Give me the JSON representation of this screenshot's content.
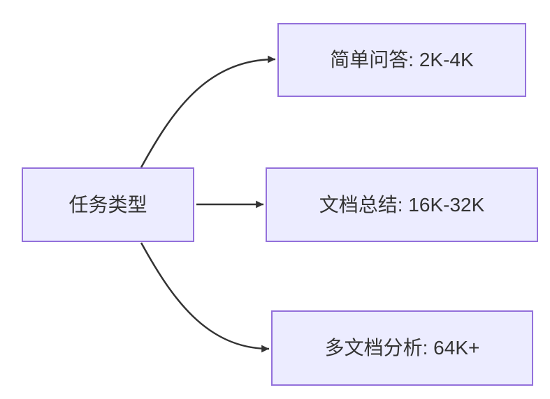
{
  "diagram": {
    "type": "flowchart",
    "direction": "left-to-right",
    "root": {
      "label": "任务类型"
    },
    "nodes": [
      {
        "id": "simple-qa",
        "label": "简单问答: 2K-4K"
      },
      {
        "id": "doc-summary",
        "label": "文档总结: 16K-32K"
      },
      {
        "id": "multi-doc",
        "label": "多文档分析: 64K+"
      }
    ],
    "edges": [
      {
        "from": "任务类型",
        "to": "简单问答: 2K-4K",
        "arrow": "filled-triangle"
      },
      {
        "from": "任务类型",
        "to": "文档总结: 16K-32K",
        "arrow": "filled-triangle"
      },
      {
        "from": "任务类型",
        "to": "多文档分析: 64K+",
        "arrow": "filled-triangle"
      }
    ],
    "colors": {
      "node_fill": "#ECECFF",
      "node_border": "#9370DB",
      "edge": "#333333",
      "text": "#333333",
      "background": "#FFFFFF"
    }
  }
}
